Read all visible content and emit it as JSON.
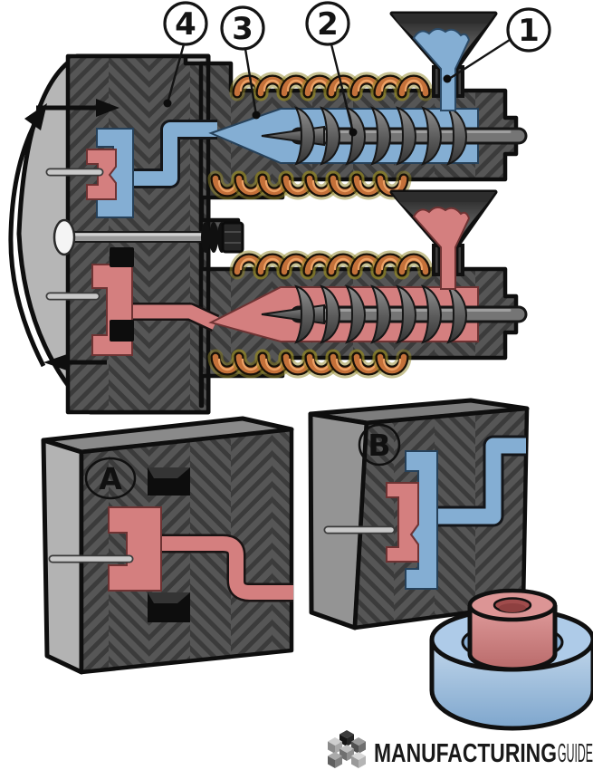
{
  "diagram": {
    "title_visible_text": "",
    "callouts": {
      "c1": "1",
      "c2": "2",
      "c3": "3",
      "c4": "4"
    },
    "details": {
      "a": "A",
      "b": "B"
    },
    "brand": {
      "bold": "MANUFACTURING",
      "light": "GUIDE"
    },
    "colors": {
      "material_blue": "#84aed3",
      "material_blue_light": "#aecbe8",
      "material_red": "#d47f7f",
      "material_red_light": "#dc9595",
      "heater_orange": "#c4713a",
      "heater_glow": "#8f8324",
      "mold_gray": "#565656",
      "mold_hatch": "#3b3b3b",
      "mold_side_gray": "#b6b6b6",
      "pin_gray": "#c9c9c9",
      "outline_black": "#0e0e0e"
    }
  }
}
